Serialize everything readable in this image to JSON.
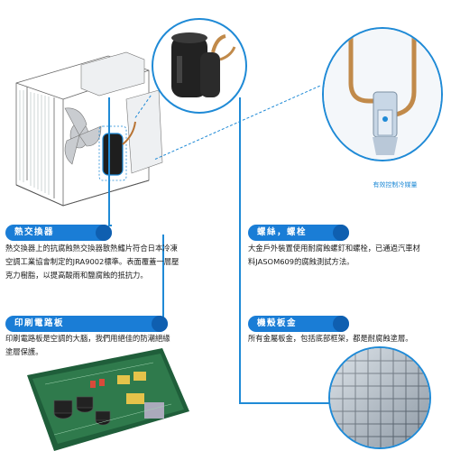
{
  "sections": {
    "heat_exchanger": {
      "title": "熱交換器",
      "lines": [
        "熱交換器上的抗腐蝕熱交換器散熱鰭片符合日本冷凍",
        "空調工業協會制定的JRA9002標準。表面覆蓋一層壓",
        "克力樹脂，以提高酸雨和鹽腐蝕的抵抗力。"
      ]
    },
    "screws": {
      "title": "螺絲，螺栓",
      "lines": [
        "大金戶外裝置使用耐腐蝕螺釘和螺栓，已通過汽車材",
        "料JASOM609的腐蝕測試方法。"
      ]
    },
    "pcb": {
      "title": "印刷電路板",
      "lines": [
        "印刷電路板是空調的大腦，我們用絕佳的防潮絕緣",
        "塗層保護。"
      ]
    },
    "casing": {
      "title": "機殼板金",
      "lines": [
        "所有金屬板金，包括底部框架，都是耐腐蝕塗層。"
      ]
    }
  },
  "illustration": {
    "valve_caption": "有效控制冷媒量"
  },
  "colors": {
    "accent": "#1a7dd6",
    "accent_dark": "#0f5fb0",
    "line": "#1f8ad6"
  }
}
